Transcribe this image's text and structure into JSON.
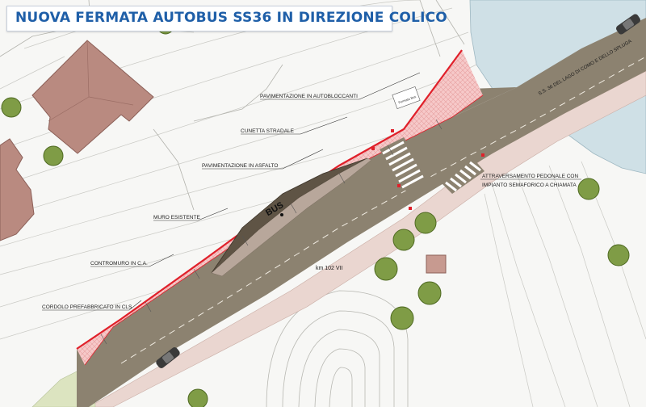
{
  "title": "NUOVA FERMATA AUTOBUS SS36 IN DIREZIONE COLICO",
  "labels": {
    "pavimentazione_autobloccanti": "PAVIMENTAZIONE IN AUTOBLOCCANTI",
    "cunetta_stradale": "CUNETTA STRADALE",
    "pavimentazione_asfalto": "PAVIMENTAZIONE IN ASFALTO",
    "muro_esistente": "MURO ESISTENTE",
    "contromuro": "CONTROMURO IN C.A.",
    "cordolo": "CORDOLO PREFABBRICATO IN CLS",
    "road_name": "S.S. 36 DEL LAGO DI COMO E DELLO SPLUGA",
    "attraversamento_line1": "ATTRAVERSAMENTO PEDONALE CON",
    "attraversamento_line2": "IMPIANTO SEMAFORICO A CHIAMATA",
    "bus": "BUS",
    "km": "km 102 VII",
    "fermata_sign": "Fermata Bus"
  },
  "colors": {
    "title": "#1f5fa8",
    "road": "#8c8270",
    "bus_bay_dark": "#5f5445",
    "paving_pink": "#f6c9c9",
    "kerb_red": "#e0202a",
    "water": "#cfe0e6",
    "building": "#b98a80",
    "tree": "#7f9c46",
    "sidewalk": "#ead6d0"
  }
}
